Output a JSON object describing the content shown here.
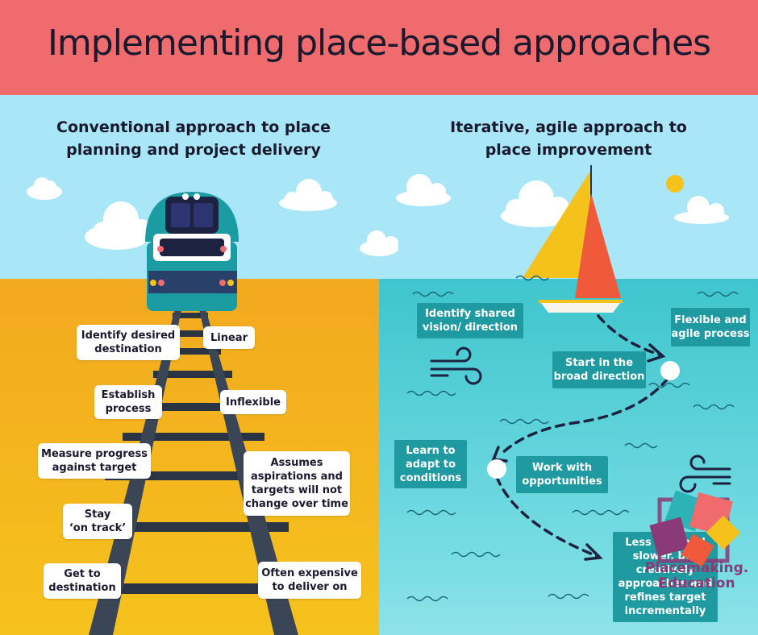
{
  "title": "Implementing place-based approaches",
  "left": {
    "heading_line1": "Conventional approach to place",
    "heading_line2": "planning and project delivery",
    "labels": {
      "identify_line1": "Identify desired",
      "identify_line2": "destination",
      "linear": "Linear",
      "establish_line1": "Establish",
      "establish_line2": "process",
      "inflexible": "Inflexible",
      "measure_line1": "Measure progress",
      "measure_line2": "against target",
      "assumes_line1": "Assumes",
      "assumes_line2": "aspirations and",
      "assumes_line3": "targets will not",
      "assumes_line4": "change over time",
      "stay_line1": "Stay",
      "stay_line2": "‘on track’",
      "get_line1": "Get to",
      "get_line2": "destination",
      "expensive_line1": "Often expensive",
      "expensive_line2": "to deliver on"
    }
  },
  "right": {
    "heading_line1": "Iterative, agile approach to",
    "heading_line2": "place improvement",
    "labels": {
      "vision_line1": "Identify shared",
      "vision_line2": "vision/ direction",
      "flexible_line1": "Flexible and",
      "flexible_line2": "agile process",
      "start_line1": "Start in the",
      "start_line2": "broad direction",
      "learn_line1": "Learn to",
      "learn_line2": "adapt to",
      "learn_line3": "conditions",
      "work_line1": "Work with",
      "work_line2": "opportunities",
      "less_line1": "Less cost and",
      "less_line2": "slower, but",
      "less_line3": "creatively",
      "less_line4": "approaches and",
      "less_line5": "refines target",
      "less_line6": "incrementally"
    }
  },
  "logo": {
    "line1": "Placemaking.",
    "line2": "Education"
  },
  "colors": {
    "banner": "#ef6b6e",
    "sky": "#a9e6f7",
    "ground": "#f4b41d",
    "sea": "#3ec5cd",
    "teal_box": "#1e9aa0",
    "logo_text": "#8b3a78"
  }
}
